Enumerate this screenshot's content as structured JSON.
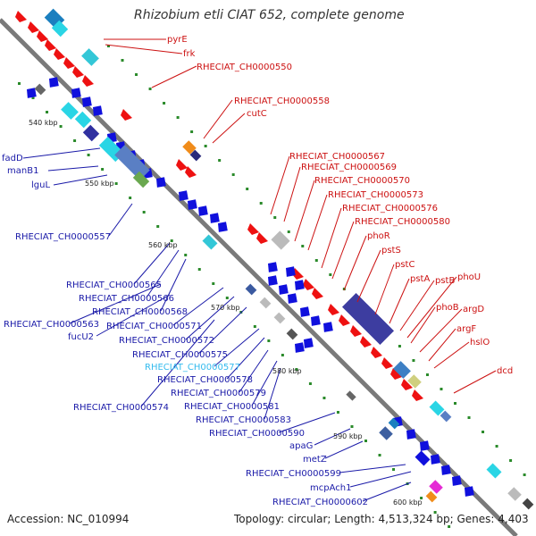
{
  "title": "Rhizobium etli CIAT 652, complete genome",
  "accession": "Accession: NC_010994",
  "summary": "Topology: circular; Length: 4,513,324 bp; Genes: 4,403",
  "colors": {
    "forward_label": "#cc1111",
    "reverse_label": "#1a1aa8",
    "highlight_label": "#33bbee",
    "backbone": "#7a7a7a"
  },
  "ticks": [
    "540 kbp",
    "550 kbp",
    "560 kbp",
    "570 kbp",
    "580 kbp",
    "590 kbp",
    "600 kbp"
  ],
  "forward_labels": [
    "pyrE",
    "frk",
    "RHECIAT_CH0000550",
    "RHECIAT_CH0000558",
    "cutC",
    "RHECIAT_CH0000567",
    "RHECIAT_CH0000569",
    "RHECIAT_CH0000570",
    "RHECIAT_CH0000573",
    "RHECIAT_CH0000576",
    "RHECIAT_CH0000580",
    "phoR",
    "pstS",
    "pstC",
    "pstA",
    "pstB",
    "phoU",
    "phoB",
    "argD",
    "argF",
    "hslO",
    "dcd"
  ],
  "reverse_labels": [
    "fadD",
    "manB1",
    "lguL",
    "RHECIAT_CH0000557",
    "RHECIAT_CH0000565",
    "RHECIAT_CH0000566",
    "RHECIAT_CH0000568",
    "RHECIAT_CH0000563",
    "fucU2",
    "RHECIAT_CH0000571",
    "RHECIAT_CH0000572",
    "RHECIAT_CH0000575",
    "RHECIAT_CH0000577",
    "RHECIAT_CH0000578",
    "RHECIAT_CH0000579",
    "RHECIAT_CH0000574",
    "RHECIAT_CH0000581",
    "RHECIAT_CH0000583",
    "RHECIAT_CH0000590",
    "apaG",
    "metZ",
    "RHECIAT_CH0000599",
    "mcpAch1",
    "RHECIAT_CH0000602"
  ]
}
